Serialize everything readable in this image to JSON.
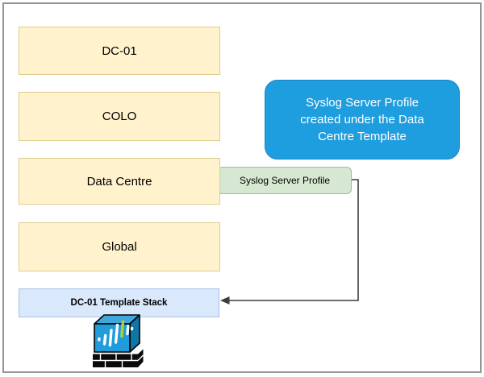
{
  "frame": {
    "background": "#ffffff",
    "border_color": "#949494"
  },
  "hierarchy": {
    "boxes": [
      {
        "label": "DC-01"
      },
      {
        "label": "COLO"
      },
      {
        "label": "Data Centre"
      },
      {
        "label": "Global"
      }
    ],
    "fill": "#FFF2CC",
    "border": "#E0CB8F"
  },
  "template_stack": {
    "label": "DC-01 Template Stack",
    "fill": "#DAE8FC",
    "border": "#A7C2E7"
  },
  "profile": {
    "label": "Syslog Server Profile",
    "fill": "#D7E8D2",
    "border": "#9DBE99"
  },
  "callout": {
    "text": "Syslog Server Profile created under the Data Centre Template",
    "fill": "#1E9EDE",
    "text_color": "#ffffff"
  },
  "connector": {
    "color": "#3d3d3d",
    "from": "Syslog Server Profile",
    "to": "DC-01 Template Stack"
  },
  "firewall_icon": {
    "name": "palo-alto-firewall-icon",
    "front_color": "#1F9CD9",
    "top_color": "#3EA8DC",
    "side_color": "#0F76A6",
    "accent_color": "#B5CC3B",
    "base_color": "#0b0b0b"
  }
}
